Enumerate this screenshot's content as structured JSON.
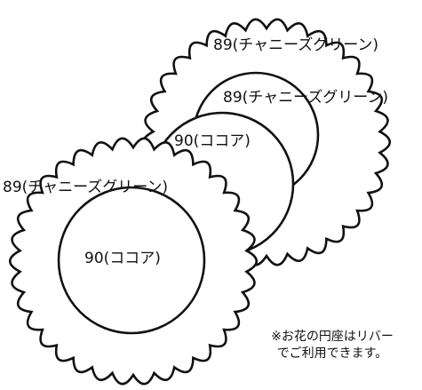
{
  "flower_back": {
    "outer_label": "89(チャニーズグリーン)",
    "inner_label": "89(チャニーズグリーン)"
  },
  "middle_circle": {
    "label": "90(ココア)"
  },
  "flower_front": {
    "outer_label": "89(チャニーズグリーン)",
    "inner_label": "90(ココア)"
  },
  "note": {
    "line1": "※お花の円座はリバー",
    "line2": "でご利用できます。"
  },
  "colors": {
    "stroke": "#111111",
    "fill": "#ffffff"
  }
}
